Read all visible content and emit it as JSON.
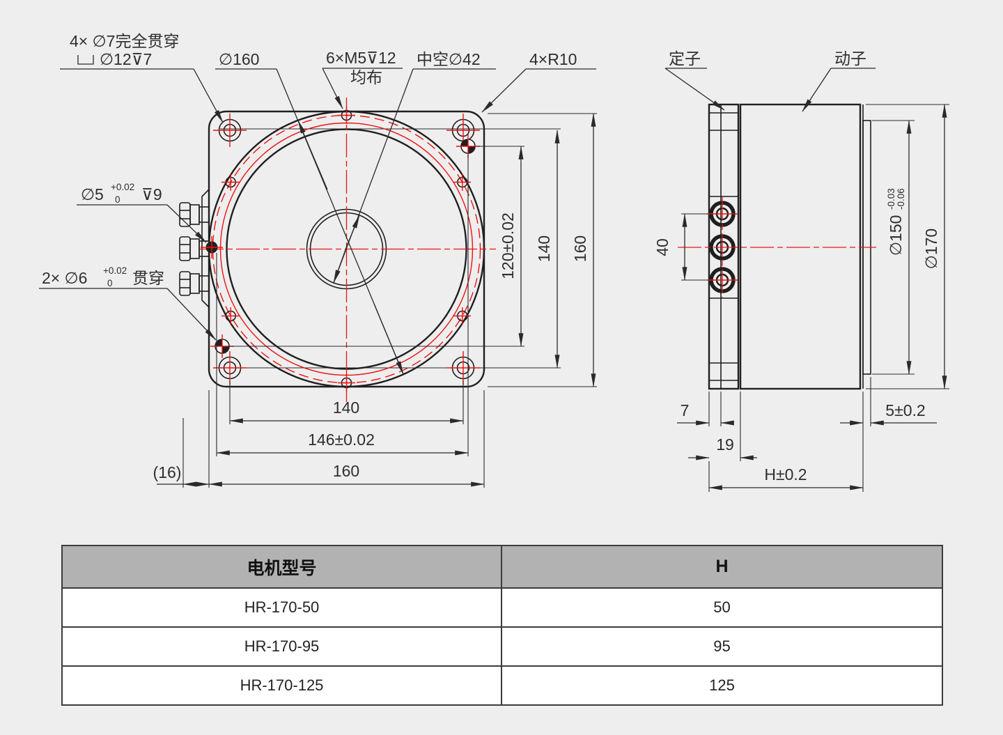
{
  "colors": {
    "background": "#eeeeee",
    "line": "#1f1f1f",
    "centerline_red": "#ee1111",
    "table_header_bg": "#b2b2b2",
    "table_row_bg": "#ffffff"
  },
  "front_view": {
    "callouts": {
      "corner_holes_line1": "4× ∅7完全贯穿",
      "corner_holes_line2": "∅12⊽7",
      "outer_diameter": "∅160",
      "m5_line1": "6×M5⊽12",
      "m5_line2": "均布",
      "hollow": "中空∅42",
      "corner_radius": "4×R10",
      "pin5_prefix": "∅5",
      "pin5_tol_upper": "+0.02",
      "pin5_tol_lower": "0",
      "pin5_suffix": "⊽9",
      "pin6_prefix": "2× ∅6",
      "pin6_tol_upper": "+0.02",
      "pin6_tol_lower": "0",
      "pin6_suffix": "贯穿"
    },
    "dims": {
      "d120": "120±0.02",
      "d140_v": "140",
      "d160_v": "160",
      "d140_b": "140",
      "d146": "146±0.02",
      "d160_b": "160",
      "d16": "(16)"
    }
  },
  "side_view": {
    "labels": {
      "stator": "定子",
      "mover": "动子"
    },
    "dims": {
      "d40": "40",
      "d7": "7",
      "d19": "19",
      "d5": "5±0.2",
      "dH": "H±0.2",
      "d150_prefix": "∅150",
      "d150_tol_upper": "-0.03",
      "d150_tol_lower": "-0.06",
      "d170": "∅170"
    }
  },
  "table": {
    "headers": [
      "电机型号",
      "H"
    ],
    "rows": [
      [
        "HR-170-50",
        "50"
      ],
      [
        "HR-170-95",
        "95"
      ],
      [
        "HR-170-125",
        "125"
      ]
    ]
  }
}
